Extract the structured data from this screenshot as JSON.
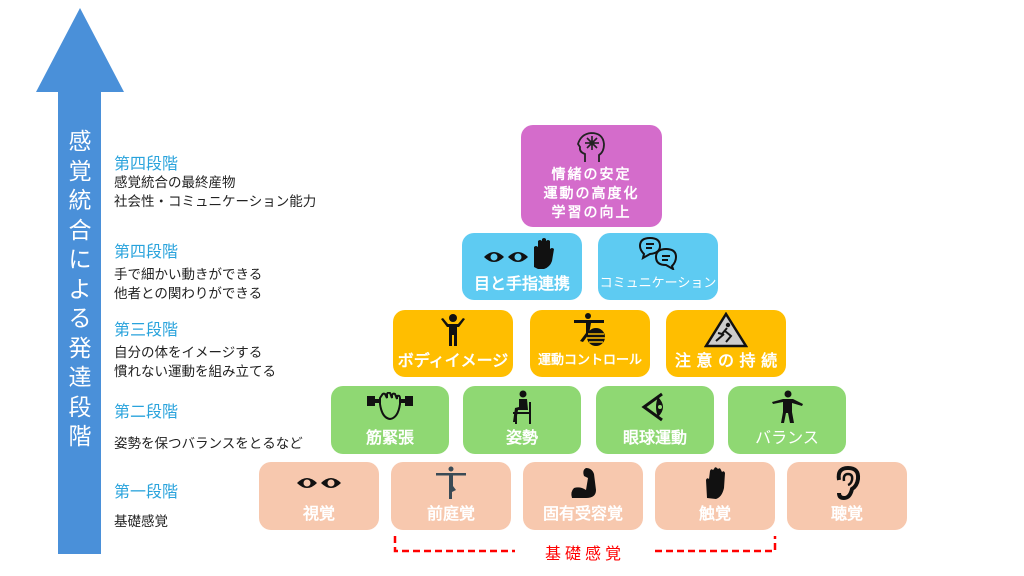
{
  "arrow": {
    "label_chars": [
      "感",
      "覚",
      "統",
      "合",
      "に",
      "よ",
      "る",
      "発",
      "達",
      "段",
      "階"
    ],
    "color": "#4a90d9"
  },
  "stages": [
    {
      "title": "第四段階",
      "lines": [
        "感覚統合の最終産物",
        "社会性・コミュニケーション能力"
      ]
    },
    {
      "title": "第四段階",
      "lines": [
        "手で細かい動きができる",
        "他者との関わりができる"
      ]
    },
    {
      "title": "第三段階",
      "lines": [
        "自分の体をイメージする",
        "慣れない運動を組み立てる"
      ]
    },
    {
      "title": "第二段階",
      "lines": [
        "姿勢を保つバランスをとるなど"
      ]
    },
    {
      "title": "第一段階",
      "lines": [
        "基礎感覚"
      ]
    }
  ],
  "pyramid": {
    "top": {
      "lines": [
        "情緒の安定",
        "運動の高度化",
        "学習の向上"
      ],
      "icon": "brain-head-icon",
      "color": "#d46ccb"
    },
    "level4": [
      {
        "label": "目と手指連携",
        "icon": "eyes-hand-icon"
      },
      {
        "label": "コミュニケーション",
        "icon": "chat-bubbles-icon"
      }
    ],
    "level3": [
      {
        "label": "ボディイメージ",
        "icon": "person-arms-up-icon"
      },
      {
        "label": "運動コントロール",
        "icon": "balance-ball-icon"
      },
      {
        "label": "注 意 の 持 続",
        "icon": "warning-slip-icon"
      }
    ],
    "level2": [
      {
        "label": "筋緊張",
        "icon": "dumbbell-grip-icon"
      },
      {
        "label": "姿勢",
        "icon": "sitting-person-icon"
      },
      {
        "label": "眼球運動",
        "icon": "eye-sight-icon"
      },
      {
        "label": "バランス",
        "icon": "balance-person-icon"
      }
    ],
    "level1": [
      {
        "label": "視覚",
        "icon": "eyes-icon"
      },
      {
        "label": "前庭覚",
        "icon": "one-leg-balance-icon"
      },
      {
        "label": "固有受容覚",
        "icon": "muscle-arm-icon"
      },
      {
        "label": "触覚",
        "icon": "hand-icon"
      },
      {
        "label": "聴覚",
        "icon": "ear-icon"
      }
    ]
  },
  "foundation": {
    "label": "基礎感覚",
    "color": "#ff0000"
  }
}
